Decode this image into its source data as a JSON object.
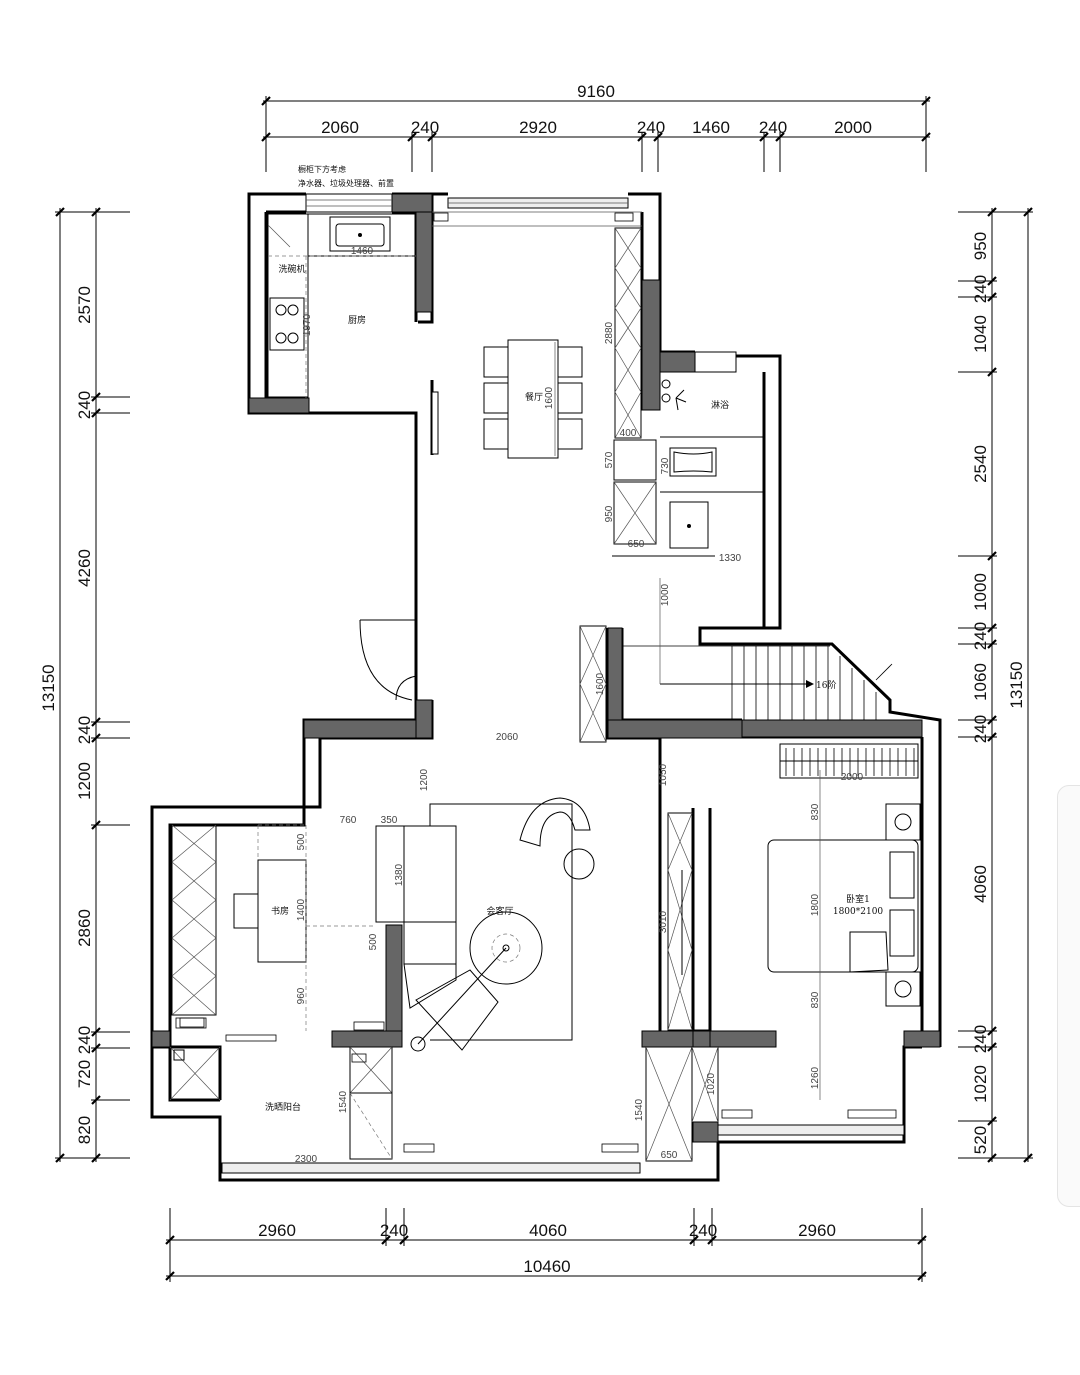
{
  "dimensions": {
    "top_total": "9160",
    "top_segments": [
      "2060",
      "240",
      "2920",
      "240",
      "1460",
      "240",
      "2000"
    ],
    "bottom_segments": [
      "2960",
      "240",
      "4060",
      "240",
      "2960"
    ],
    "bottom_total": "10460",
    "left_total": "13150",
    "left_segments": [
      "2570",
      "240",
      "4260",
      "240",
      "1200",
      "2860",
      "240",
      "720",
      "820"
    ],
    "right_total": "13150",
    "right_segments": [
      "950",
      "240",
      "1040",
      "2540",
      "1000",
      "240",
      "1060",
      "240",
      "4060",
      "240",
      "1020",
      "520"
    ]
  },
  "note": {
    "line1": "橱柜下方考虑",
    "line2": "净水器、垃圾处理器、前置"
  },
  "rooms": {
    "kitchen": "厨房",
    "dishwasher": "洗碗机",
    "dining": "餐厅",
    "shower": "淋浴",
    "study": "书房",
    "living": "会客厅",
    "bedroom": "卧室1",
    "bed_size": "1800*2100",
    "laundry_balcony": "洗晒阳台",
    "stairs": "16阶"
  },
  "inner_dims": {
    "kitchen_sink": "1460",
    "kitchen_counter": "1970",
    "dining_table": "1600",
    "cabinet_run": "2880",
    "cabinet_depth": "400",
    "wash_570": "570",
    "wash_730": "730",
    "wash_950": "950",
    "wash_650": "650",
    "bath_1330": "1330",
    "corridor_1000": "1000",
    "stair_1600": "1600",
    "hall_2060": "2060",
    "living_1200": "1200",
    "living_760": "760",
    "living_350": "350",
    "living_1380": "1380",
    "living_500": "500",
    "study_500": "500",
    "study_1400": "1400",
    "study_960": "960",
    "bed_2000": "2000",
    "bed_830_top": "830",
    "bed_1800": "1800",
    "bed_830_bottom": "830",
    "bed_1260": "1260",
    "hall_1050": "1050",
    "hall_3010": "3010",
    "balcony_1540": "1540",
    "balcony_2300": "2300",
    "entry_1540": "1540",
    "entry_650": "650",
    "entry_1020": "1020"
  }
}
